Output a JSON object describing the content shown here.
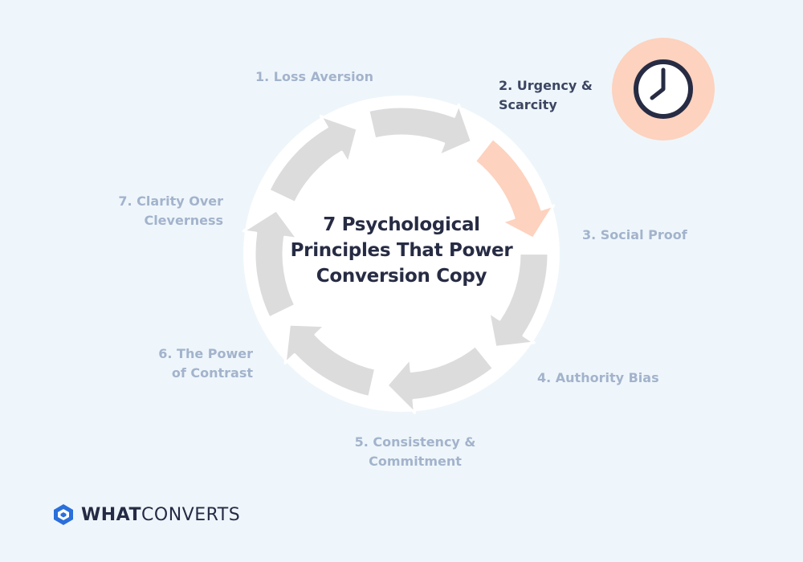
{
  "title": "7  Psychological Principles That Power Conversion Copy",
  "principles": [
    {
      "label": "1. Loss Aversion",
      "active": false
    },
    {
      "label": "2. Urgency & Scarcity",
      "active": true
    },
    {
      "label": "3. Social Proof",
      "active": false
    },
    {
      "label": "4. Authority Bias",
      "active": false
    },
    {
      "label": "5. Consistency & Commitment",
      "active": false
    },
    {
      "label": "6. The Power of Contrast",
      "active": false
    },
    {
      "label": "7. Clarity Over Cleverness",
      "active": false
    }
  ],
  "highlight_icon": "clock-icon",
  "logo": {
    "bold": "WHAT",
    "regular": "CONVERTS",
    "icon": "hexagon-logo-icon"
  },
  "colors": {
    "background": "#eef6fb",
    "arrow": "#dcdcdc",
    "arrow_active": "#fdd2be",
    "label": "#a3b3cc",
    "label_active": "#3c4662",
    "title": "#272c44",
    "logo_blue": "#2a6fdb"
  }
}
